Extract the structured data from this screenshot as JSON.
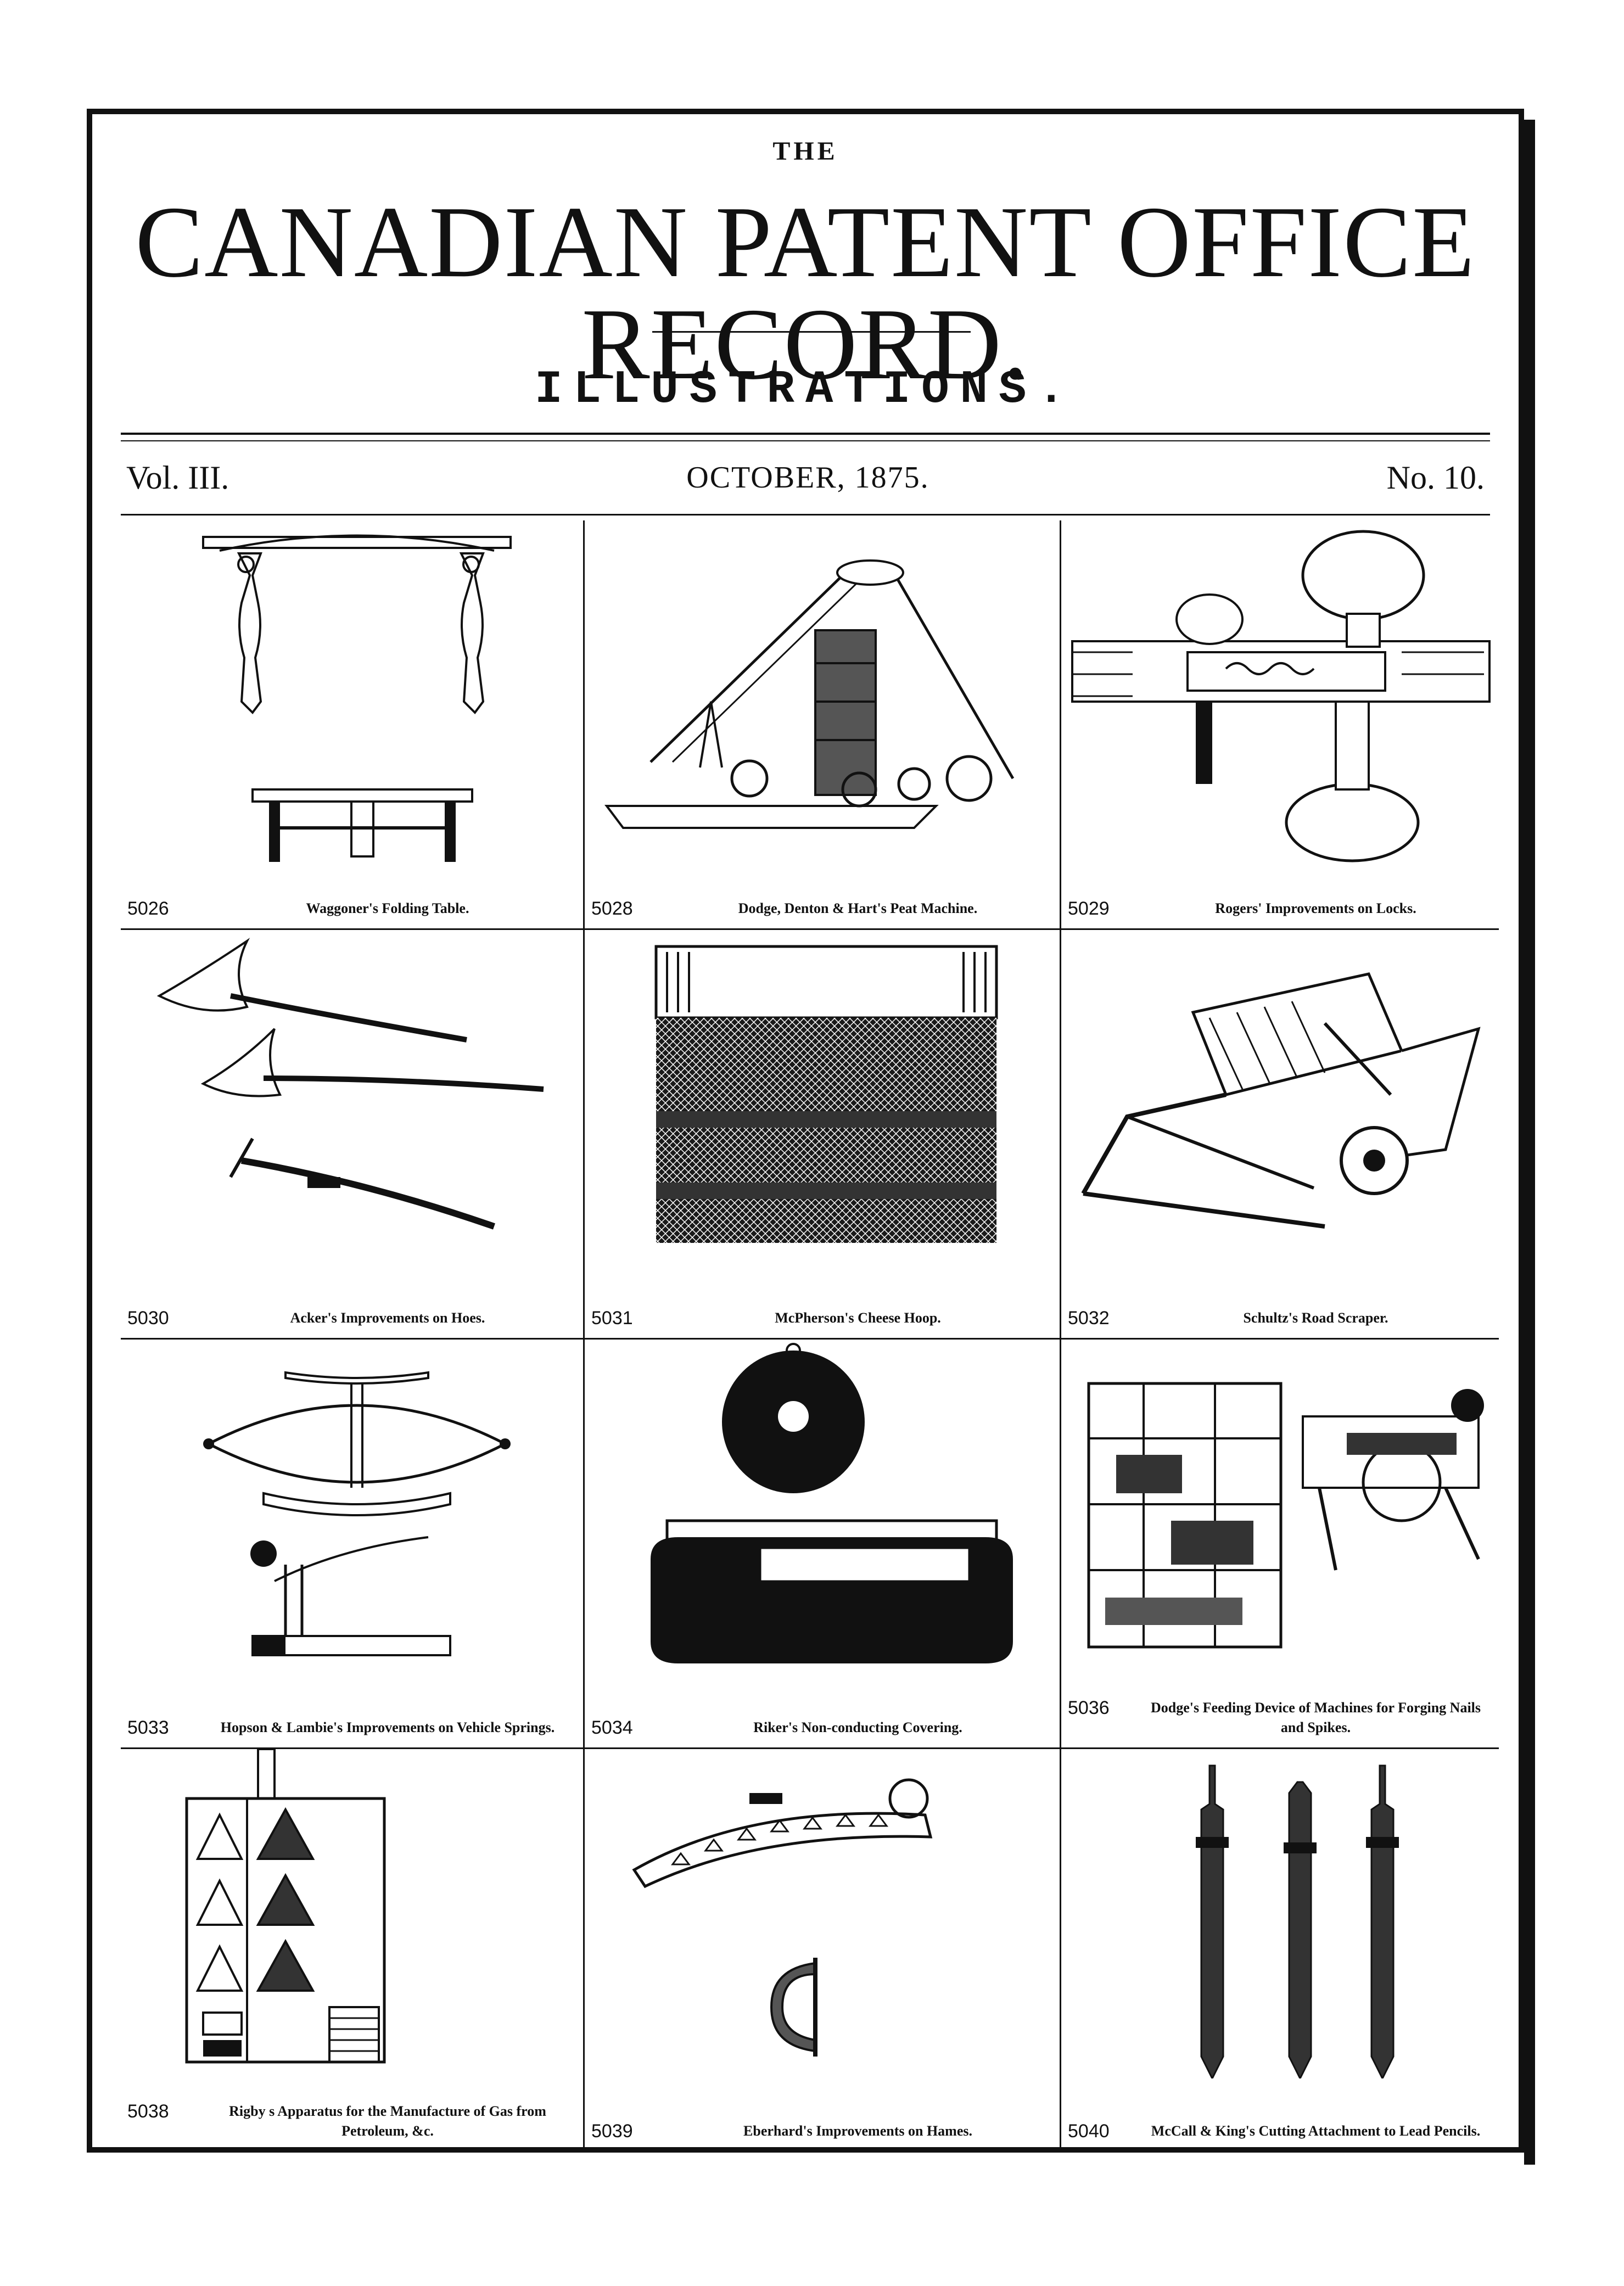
{
  "header": {
    "the": "THE",
    "title": "CANADIAN PATENT OFFICE RECORD.",
    "subtitle": "ILLUSTRATIONS.",
    "volume": "Vol. III.",
    "date": "OCTOBER, 1875.",
    "number": "No. 10."
  },
  "illustrations": [
    {
      "number": "5026",
      "caption": "Waggoner's Folding Table."
    },
    {
      "number": "5028",
      "caption": "Dodge, Denton & Hart's Peat Machine."
    },
    {
      "number": "5029",
      "caption": "Rogers' Improvements on Locks."
    },
    {
      "number": "5030",
      "caption": "Acker's Improvements on Hoes."
    },
    {
      "number": "5031",
      "caption": "McPherson's Cheese Hoop."
    },
    {
      "number": "5032",
      "caption": "Schultz's Road Scraper."
    },
    {
      "number": "5033",
      "caption": "Hopson & Lambie's Improvements on Vehicle Springs."
    },
    {
      "number": "5034",
      "caption": "Riker's Non-conducting Covering."
    },
    {
      "number": "5036",
      "caption": "Dodge's Feeding Device of Machines for Forging Nails and Spikes."
    },
    {
      "number": "5038",
      "caption": "Rigby s Apparatus for the Manufacture of Gas from Petroleum, &c."
    },
    {
      "number": "5039",
      "caption": "Eberhard's Improvements on Hames."
    },
    {
      "number": "5040",
      "caption": "McCall & King's Cutting Attachment to Lead Pencils."
    }
  ]
}
